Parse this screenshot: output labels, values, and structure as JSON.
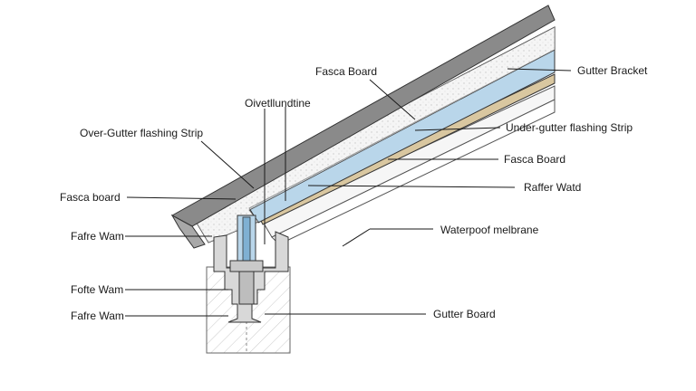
{
  "labels": {
    "fascia_board_top": "Fasca Board",
    "gutter_bracket": "Gutter Bracket",
    "overlap_line": "Oivetllundtine",
    "over_gutter_flashing": "Over-Gutter flashing Strip",
    "under_gutter_flashing": "Under-gutter flashing Strip",
    "fascia_board_right": "Fasca Board",
    "fascia_board_left": "Fasca board",
    "rafter_wall": "Raffer Watd",
    "fascia_wall_1": "Fafre Wam",
    "waterproof_membrane": "Waterpoof melbrane",
    "fascia_wall_2": "Fofte Wam",
    "fascia_wall_3": "Fafre Wam",
    "gutter_board": "Gutter Board"
  },
  "colors": {
    "roof_deck": "#8a8a8a",
    "insulation": "#ededed",
    "membrane_blue": "#b9d6ea",
    "timber": "#d9c7a0",
    "outline": "#333333",
    "steel": "#c9c9c9"
  }
}
